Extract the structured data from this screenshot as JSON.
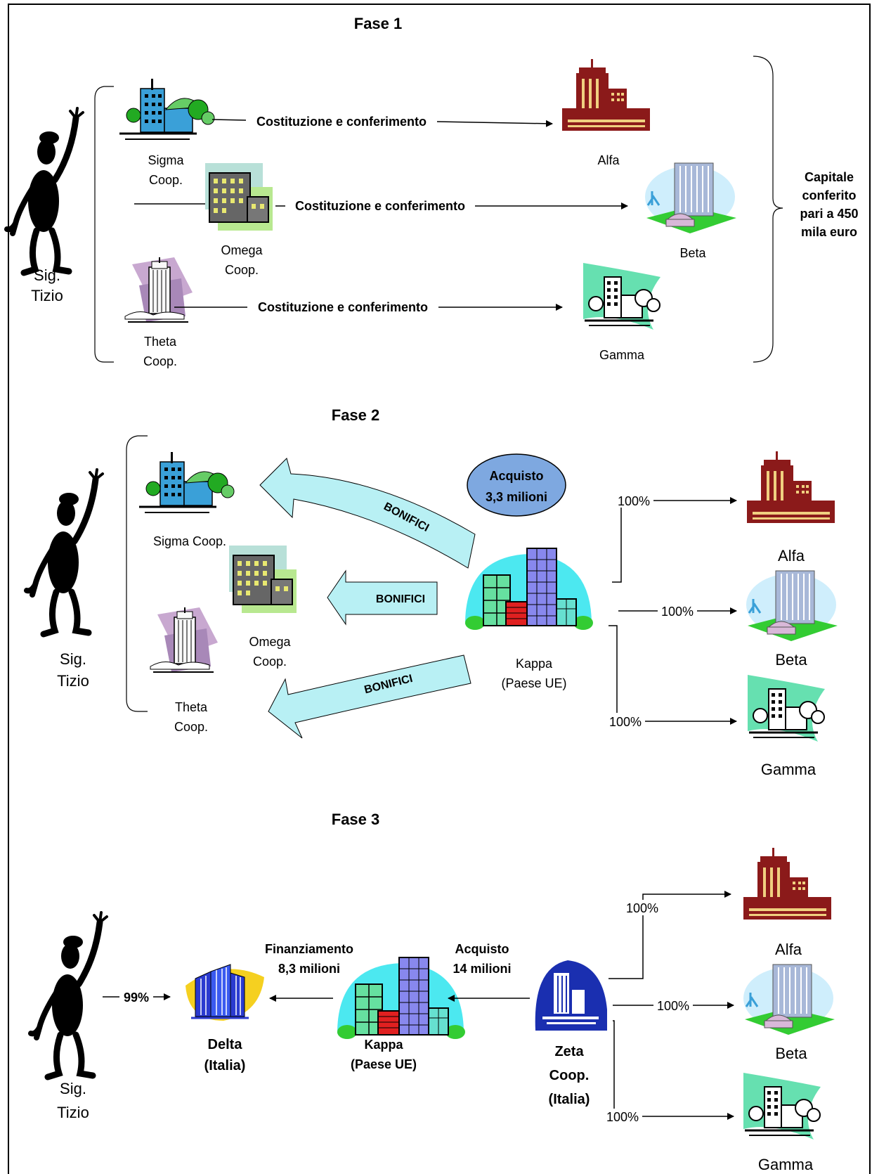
{
  "phase1": {
    "title": "Fase 1",
    "person": {
      "line1": "Sig.",
      "line2": "Tizio"
    },
    "sources": [
      {
        "line1": "Sigma",
        "line2": "Coop."
      },
      {
        "line1": "Omega",
        "line2": "Coop."
      },
      {
        "line1": "Theta",
        "line2": "Coop."
      }
    ],
    "arrow_label": "Costituzione e conferimento",
    "targets": [
      "Alfa",
      "Beta",
      "Gamma"
    ],
    "capital_note": [
      "Capitale",
      "conferito",
      "pari a 450",
      "mila euro"
    ]
  },
  "phase2": {
    "title": "Fase 2",
    "person": {
      "line1": "Sig.",
      "line2": "Tizio"
    },
    "sources": [
      {
        "line1": "Sigma Coop.",
        "line2": ""
      },
      {
        "line1": "Omega",
        "line2": "Coop."
      },
      {
        "line1": "Theta",
        "line2": "Coop."
      }
    ],
    "transfer_label": "BONIFICI",
    "purchase": {
      "line1": "Acquisto",
      "line2": "3,3 milioni"
    },
    "kappa": {
      "line1": "Kappa",
      "line2": "(Paese UE)"
    },
    "ownership": [
      "100%",
      "100%",
      "100%"
    ],
    "targets": [
      "Alfa",
      "Beta",
      "Gamma"
    ]
  },
  "phase3": {
    "title": "Fase 3",
    "person": {
      "line1": "Sig.",
      "line2": "Tizio"
    },
    "stake": "99%",
    "delta": {
      "line1": "Delta",
      "line2": "(Italia)"
    },
    "financing": {
      "line1": "Finanziamento",
      "line2": "8,3 milioni"
    },
    "kappa": {
      "line1": "Kappa",
      "line2": "(Paese UE)"
    },
    "purchase": {
      "line1": "Acquisto",
      "line2": "14 milioni"
    },
    "zeta": {
      "line1": "Zeta",
      "line2": "Coop.",
      "line3": "(Italia)"
    },
    "ownership": [
      "100%",
      "100%",
      "100%"
    ],
    "targets": [
      "Alfa",
      "Beta",
      "Gamma"
    ]
  },
  "colors": {
    "alfa": "#8b1a1a",
    "sigma": "#3aa0d8",
    "arrow_fill": "#b8f0f4",
    "purchase_bubble": "#7ea8e0",
    "zeta": "#1a2fb0",
    "delta": "#f5d020"
  }
}
